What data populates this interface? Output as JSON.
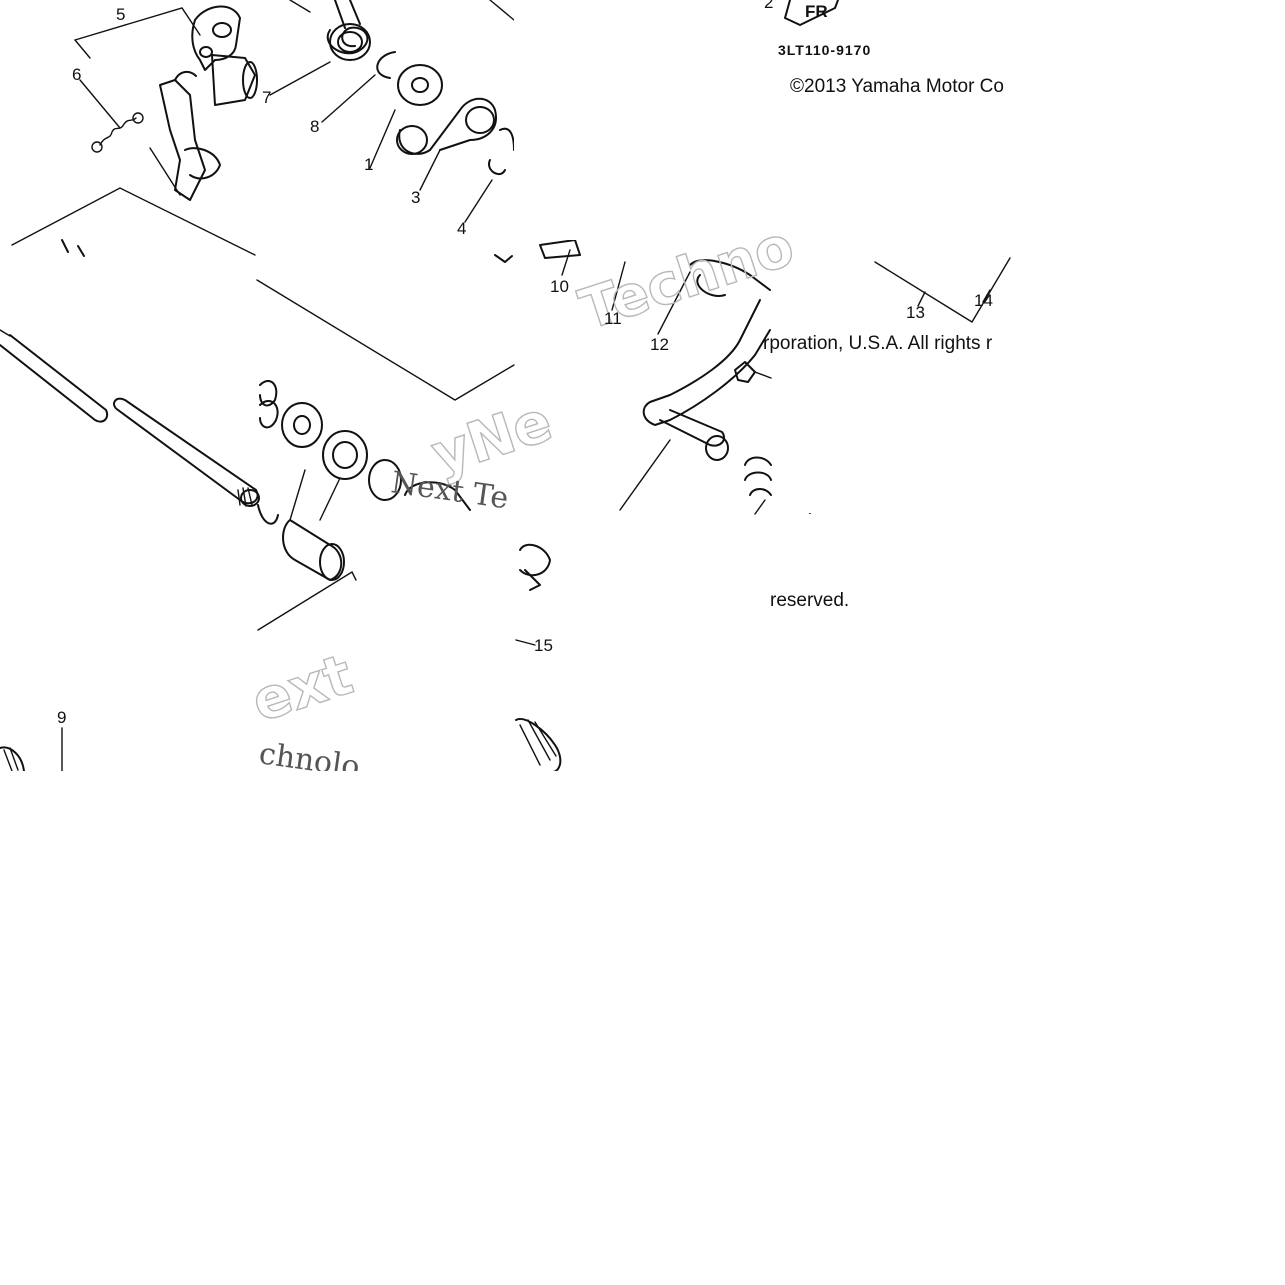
{
  "diagram": {
    "part_code": "3LT110-9170",
    "copyright_line_1": "©2013 Yamaha Motor Co",
    "copyright_line_2": "rporation, U.S.A. All rights r",
    "copyright_line_3": "reserved.",
    "watermark_fragments": [
      "Techno",
      "yNe",
      "Next Te",
      "ext",
      "chnolo"
    ],
    "callouts": [
      "1",
      "2",
      "3",
      "4",
      "5",
      "6",
      "7",
      "8",
      "9",
      "10",
      "11",
      "12",
      "13",
      "14",
      "15"
    ],
    "fr_mark": "FR"
  }
}
